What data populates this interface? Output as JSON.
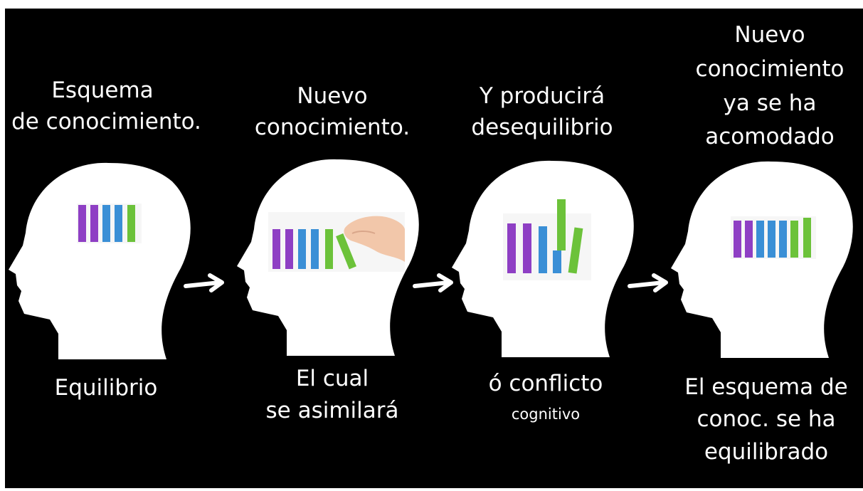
{
  "colors": {
    "background": "#000000",
    "text": "#ffffff",
    "head": "#ffffff",
    "bar_purple": "#8e3fc4",
    "bar_blue": "#3a8fd6",
    "bar_green": "#6cc23a",
    "skin": "#f2c7aa"
  },
  "stages": [
    {
      "top": [
        "Esquema",
        "de conocimiento."
      ],
      "bottom": [
        "Equilibrio"
      ],
      "bars_icon": "bar-graph-icon"
    },
    {
      "top": [
        "Nuevo",
        "conocimiento."
      ],
      "bottom": [
        "El cual",
        "se asimilará"
      ],
      "bars_icon": "bar-graph-with-hand-icon"
    },
    {
      "top": [
        "Y producirá",
        "desequilibrio"
      ],
      "bottom": [
        "ó conflicto",
        "cognitivo"
      ],
      "bars_icon": "unbalanced-bar-graph-icon"
    },
    {
      "top": [
        "Nuevo",
        "conocimiento",
        "ya se ha",
        "acomodado"
      ],
      "bottom": [
        "El esquema de",
        "conoc. se ha",
        "equilibrado"
      ],
      "bars_icon": "bar-graph-icon"
    }
  ],
  "arrows": [
    "arrow-right-icon",
    "arrow-right-icon",
    "arrow-right-icon"
  ]
}
